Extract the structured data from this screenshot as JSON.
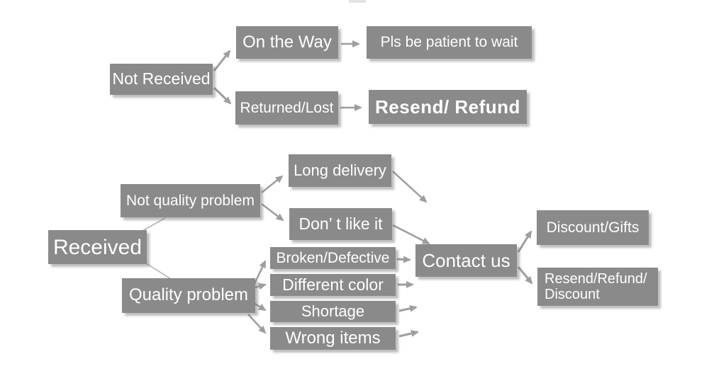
{
  "diagram": {
    "type": "flowchart",
    "colors": {
      "node_background": "#8a8a8a",
      "node_text": "#ffffff",
      "arrow": "#9e9e9e",
      "thin_connector": "#b5b5b5",
      "page_background": "#ffffff"
    },
    "nodes": {
      "not_received": {
        "label": "Not Received"
      },
      "on_the_way": {
        "label": "On the Way"
      },
      "pls_be_patient": {
        "label": "Pls be patient to wait"
      },
      "returned_lost": {
        "label": "Returned/Lost"
      },
      "resend_refund": {
        "label": "Resend/ Refund"
      },
      "received": {
        "label": "Received"
      },
      "not_quality_problem": {
        "label": "Not quality problem"
      },
      "quality_problem": {
        "label": "Quality problem"
      },
      "long_delivery": {
        "label": "Long delivery"
      },
      "dont_like_it": {
        "label": "Don’ t like it"
      },
      "broken_defective": {
        "label": "Broken/Defective"
      },
      "different_color": {
        "label": "Different color"
      },
      "shortage": {
        "label": "Shortage"
      },
      "wrong_items": {
        "label": "Wrong items"
      },
      "contact_us": {
        "label": "Contact us"
      },
      "discount_gifts": {
        "label": "Discount/Gifts"
      },
      "resend_refund_discount": {
        "label_lines": [
          "Resend/Refund/",
          "Discount"
        ]
      }
    },
    "edges": [
      {
        "from": "not_received",
        "to": "on_the_way"
      },
      {
        "from": "not_received",
        "to": "returned_lost"
      },
      {
        "from": "on_the_way",
        "to": "pls_be_patient"
      },
      {
        "from": "returned_lost",
        "to": "resend_refund"
      },
      {
        "from": "received",
        "to": "not_quality_problem"
      },
      {
        "from": "received",
        "to": "quality_problem"
      },
      {
        "from": "not_quality_problem",
        "to": "long_delivery"
      },
      {
        "from": "not_quality_problem",
        "to": "dont_like_it"
      },
      {
        "from": "long_delivery",
        "to": "contact_us"
      },
      {
        "from": "dont_like_it",
        "to": "contact_us"
      },
      {
        "from": "quality_problem",
        "to": "broken_defective"
      },
      {
        "from": "quality_problem",
        "to": "different_color"
      },
      {
        "from": "quality_problem",
        "to": "shortage"
      },
      {
        "from": "quality_problem",
        "to": "wrong_items"
      },
      {
        "from": "broken_defective",
        "to": "contact_us"
      },
      {
        "from": "different_color",
        "to": "contact_us"
      },
      {
        "from": "shortage",
        "to": "contact_us"
      },
      {
        "from": "wrong_items",
        "to": "contact_us"
      },
      {
        "from": "contact_us",
        "to": "discount_gifts"
      },
      {
        "from": "contact_us",
        "to": "resend_refund_discount"
      }
    ]
  }
}
